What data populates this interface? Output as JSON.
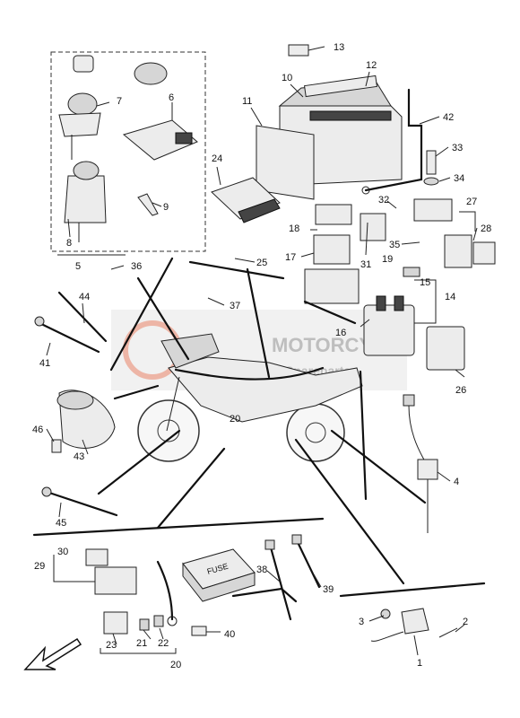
{
  "watermark": {
    "brand": "MOTORCYC",
    "sub": "Spareparts"
  },
  "fuse_label": "FUSE",
  "callouts": [
    "1",
    "2",
    "3",
    "4",
    "5",
    "6",
    "7",
    "8",
    "9",
    "10",
    "11",
    "12",
    "13",
    "14",
    "15",
    "16",
    "17",
    "18",
    "19",
    "20",
    "20",
    "21",
    "22",
    "23",
    "24",
    "25",
    "26",
    "27",
    "28",
    "29",
    "30",
    "31",
    "32",
    "33",
    "34",
    "35",
    "36",
    "37",
    "38",
    "39",
    "40",
    "41",
    "42",
    "43",
    "44",
    "45",
    "46"
  ],
  "icons": {
    "front_arrow": "front-direction-arrow-icon"
  }
}
